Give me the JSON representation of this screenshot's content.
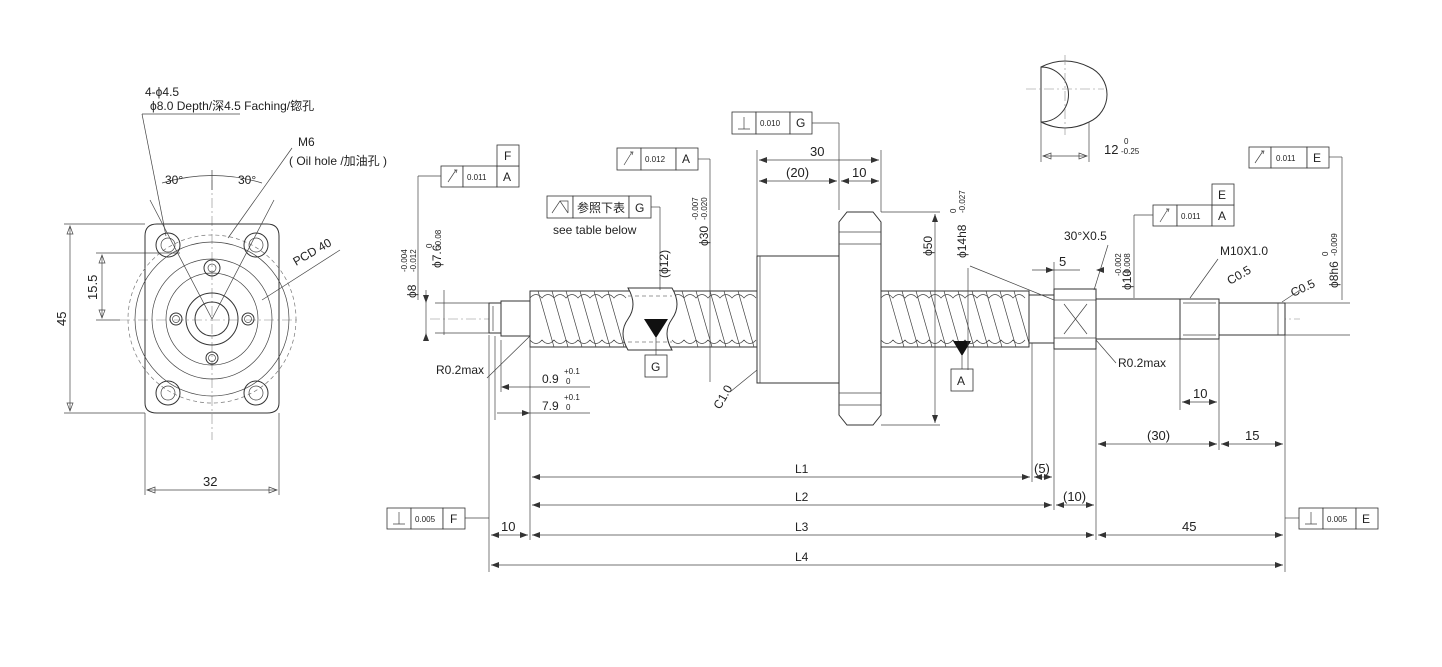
{
  "front_view": {
    "holes_callout": "4-ϕ4.5",
    "holes_callout_2": "ϕ8.0 Depth/深4.5 Faching/锪孔",
    "oil_hole_thread": "M6",
    "oil_hole_note": "( Oil hole /加油孔 )",
    "angle_left": "30°",
    "angle_right": "30°",
    "pcd": "PCD 40",
    "dim_height": "45",
    "dim_offset": "15.5",
    "dim_width": "32"
  },
  "section_view": {
    "flat_width": "12",
    "flat_tol_upper": "0",
    "flat_tol_lower": "-0.25"
  },
  "datums": {
    "g": "G",
    "a": "A"
  },
  "gdt": {
    "perp_nut": {
      "value": "0.010",
      "datum": "G"
    },
    "runout_nut": {
      "value": "0.012",
      "datum": "A"
    },
    "runout_left_journal": {
      "value": "0.011",
      "datum": "A",
      "label": "F"
    },
    "runout_right_journal": {
      "value": "0.011",
      "datum": "A",
      "label": "E"
    },
    "runout_right_end": {
      "value": "0.011",
      "datum": "E"
    },
    "lead_ref_label": "参照下表",
    "lead_ref_datum": "G",
    "see_table": "see table below",
    "perp_left_face": {
      "value": "0.005",
      "datum": "F"
    },
    "perp_right_face": {
      "value": "0.005",
      "datum": "E"
    }
  },
  "diameters": {
    "d8_left": "ϕ8",
    "d8_left_upper": "-0.004",
    "d8_left_lower": "-0.012",
    "d7_6": "ϕ7.6",
    "d7_6_upper": "0",
    "d7_6_lower": "-0.08",
    "d30": "ϕ30",
    "d30_upper": "-0.007",
    "d30_lower": "-0.020",
    "d12": "(ϕ12)",
    "d50": "ϕ50",
    "d14": "ϕ14h8",
    "d14_upper": "0",
    "d14_lower": "-0.027",
    "d10": "ϕ10",
    "d10_upper": "-0.002",
    "d10_lower": "-0.008",
    "d8h6": "ϕ8h6",
    "d8h6_upper": "0",
    "d8h6_lower": "-0.009"
  },
  "notes": {
    "chamfer_30": "30°X0.5",
    "thread": "M10X1.0",
    "c05_a": "C0.5",
    "c05_b": "C0.5",
    "c10": "C1.0",
    "r_left": "R0.2max",
    "r_right": "R0.2max",
    "groove_width": "0.9",
    "groove_width_upper": "+0.1",
    "groove_width_lower": "0",
    "groove_pos": "7.9",
    "groove_pos_upper": "+0.1",
    "groove_pos_lower": "0"
  },
  "dims": {
    "d30_top": "30",
    "d20": "(20)",
    "d10_top": "10",
    "d5": "5",
    "d10_thread": "10",
    "d30_paren": "(30)",
    "d15": "15",
    "l1": "L1",
    "d5_paren": "(5)",
    "l2": "L2",
    "d10_paren": "(10)",
    "l3": "L3",
    "d10_left": "10",
    "d45": "45",
    "l4": "L4"
  }
}
